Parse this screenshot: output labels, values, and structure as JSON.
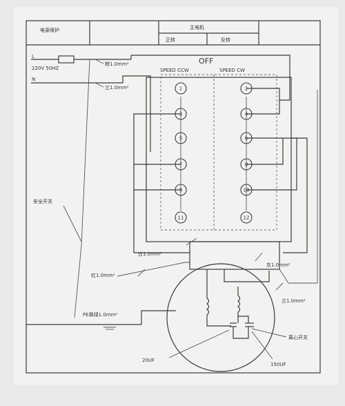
{
  "title_block": {
    "left": "电源保护",
    "top": "主电机",
    "cell_a": "正转",
    "cell_b": "反转"
  },
  "power": {
    "l_label": "L",
    "n_label": "N",
    "voltage": "220V 50HZ"
  },
  "switch": {
    "state": "OFF",
    "ccw_label": "SPEED CCW",
    "cw_label": "SPEED CW",
    "ccw_terminals": [
      "1",
      "3",
      "5",
      "7",
      "9",
      "11"
    ],
    "cw_terminals": [
      "2",
      "4",
      "6",
      "8",
      "10",
      "12"
    ]
  },
  "wires": {
    "brown_top": "棕1.0mm²",
    "blue_top": "兰1.0mm²",
    "white": "白1.0mm²",
    "red": "红1.0mm²",
    "gray": "灰1.0mm²",
    "blue_lower": "兰1.0mm²",
    "ground": "PE黄绿1.0mm²",
    "safety": "安全开关"
  },
  "motor": {
    "cap_small": "20UF",
    "cap_large": "150UF",
    "centrifugal": "离心开关"
  }
}
